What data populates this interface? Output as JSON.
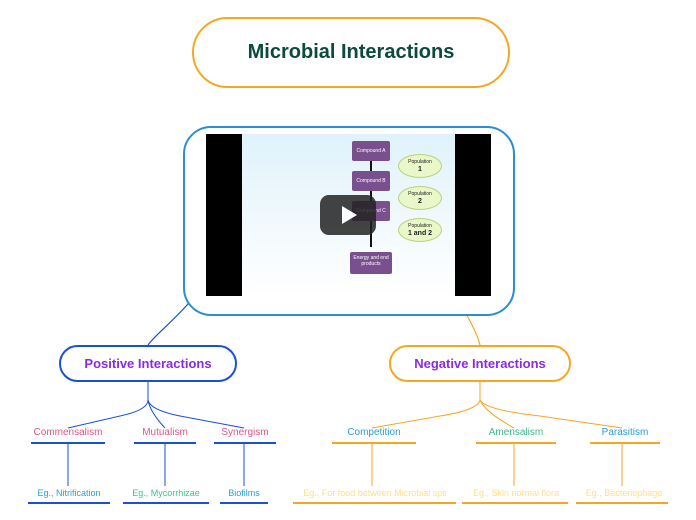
{
  "title": "Microbial Interactions",
  "video": {
    "compounds": [
      "Compound A",
      "Compound B",
      "Compound C",
      "Energy and end products"
    ],
    "populations": [
      [
        "Population",
        "1"
      ],
      [
        "Population",
        "2"
      ],
      [
        "Population",
        "1 and 2"
      ]
    ]
  },
  "positive": {
    "title": "Positive Interactions",
    "color": "#1a4fd8",
    "items": [
      {
        "label": "Commensalism",
        "label_color": "#e0558a",
        "example": "Eg., Nitrification",
        "example_color": "#2a9fd8"
      },
      {
        "label": "Mutualism",
        "label_color": "#e0558a",
        "example": "Eg., Mycorrhizae",
        "example_color": "#3cc48a"
      },
      {
        "label": "Synergism",
        "label_color": "#e0558a",
        "example": "Biofilms",
        "example_color": "#2a9fd8"
      }
    ]
  },
  "negative": {
    "title": "Negative Interactions",
    "color": "#f5a623",
    "items": [
      {
        "label": "Competition",
        "label_color": "#2a9fd8",
        "example": "Eg., For food between Microbial sps",
        "example_color": "#fde08a"
      },
      {
        "label": "Amensalism",
        "label_color": "#3cb88a",
        "example": "Eg., Skin normal flora",
        "example_color": "#fde08a"
      },
      {
        "label": "Parasitism",
        "label_color": "#2a9fd8",
        "example": "Eg., Bacteriophage",
        "example_color": "#fde08a"
      }
    ]
  }
}
